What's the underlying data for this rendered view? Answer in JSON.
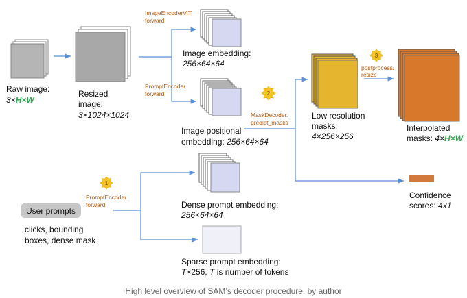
{
  "caption": "High level overview of SAM’s decoder procedure, by author",
  "raw_image": {
    "title": "Raw image:",
    "shape_prefix": "3×",
    "shape_hw": "H×W"
  },
  "resized": {
    "line1": "Resized",
    "line2": "image:",
    "shape": "3×1024×1024"
  },
  "image_embedding": {
    "op1": "ImageEncoderViT.",
    "op2": "forward",
    "title": "Image embedding:",
    "shape": "256×64×64"
  },
  "image_pos": {
    "op1": "PromptEncoder.",
    "op2": "forward",
    "title": "Image positional",
    "title2": "embedding:",
    "shape": "256×64×64"
  },
  "mask_decoder": {
    "op1": "MaskDecoder.",
    "op2": "predict_masks",
    "badge": "2"
  },
  "low_res": {
    "line1": "Low resolution",
    "line2": "masks:",
    "shape": "4×256×256"
  },
  "interp": {
    "op1": "postprocess/",
    "op2": "resize",
    "badge": "3",
    "line1": "Interpolated",
    "line2_prefix": "masks: ",
    "shape_prefix": "4×",
    "shape_hw": "H×W"
  },
  "confidence": {
    "line1": "Confidence",
    "line2_prefix": "scores: ",
    "shape": "4x1"
  },
  "user_prompts": {
    "label": "User prompts",
    "desc1": "clicks, bounding",
    "desc2": "boxes,  dense mask"
  },
  "prompt_encoder": {
    "op1": "PromptEncoder.",
    "op2": "forward",
    "badge": "1"
  },
  "dense": {
    "title": "Dense prompt embedding:",
    "shape": "256×64×64"
  },
  "sparse": {
    "title": "Sparse prompt embedding:",
    "line2_a": "T",
    "line2_b": "×256, ",
    "line2_c": "T",
    "line2_d": " is number of tokens"
  },
  "colors": {
    "arrow": "#5b8fd6",
    "stack_gray": "#9a9a9a",
    "stack_purple": "#d6d8f2",
    "low_res": "#e6b530",
    "interp": "#d8782a",
    "confidence": "#d27a3e",
    "op_text": "#b45a12",
    "hw_green": "#2fa84f",
    "badge": "#f3c226"
  }
}
